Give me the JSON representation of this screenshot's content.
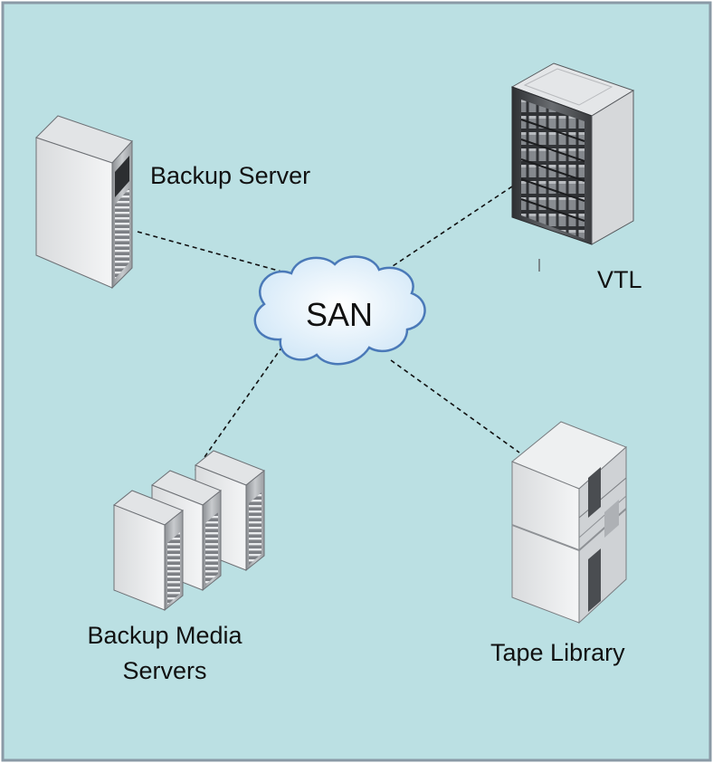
{
  "colors": {
    "background": "#bbe0e3",
    "border": "#8a9aa6",
    "cloud_fill": "#d4eaf8",
    "cloud_stroke": "#4a79b8",
    "connector": "#111111"
  },
  "diagram": {
    "san_label": "SAN",
    "nodes": {
      "backup_server": {
        "label": "Backup Server",
        "icon": "tower-server-icon"
      },
      "vtl": {
        "label": "VTL",
        "icon": "rack-storage-icon"
      },
      "media_servers": {
        "label_line1": "Backup Media",
        "label_line2": "Servers",
        "icon": "server-cluster-icon"
      },
      "tape_library": {
        "label": "Tape Library",
        "icon": "tape-library-icon"
      }
    }
  }
}
